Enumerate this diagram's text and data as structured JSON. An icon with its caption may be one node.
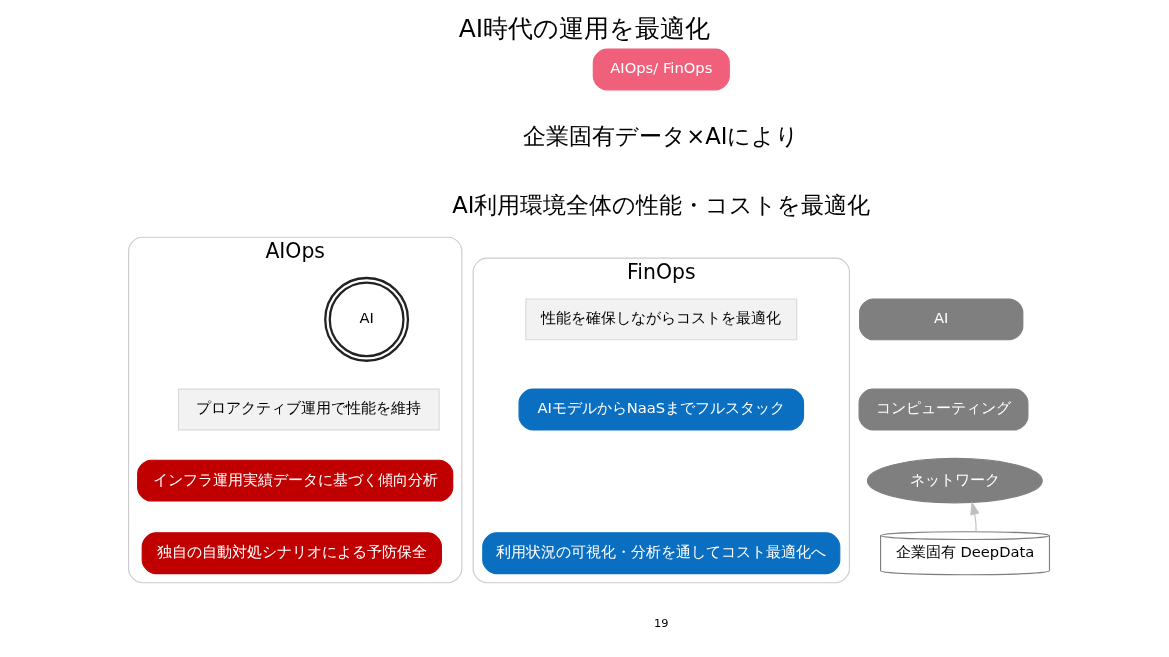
{
  "diagram": {
    "title": "AI時代の運用を最適化",
    "nodes": [
      {
        "text": [
          "AIOps/ FinOps"
        ]
      },
      {
        "text": [
          "AIOps"
        ]
      },
      {
        "text": [
          "AI"
        ],
        "in": 1
      },
      {
        "text": [
          "プロアクティブ運用で性能を維持"
        ],
        "in": 1
      },
      {
        "text": [
          "インフラ運用実績データに基づく傾向分析"
        ],
        "in": 1
      },
      {
        "text": [
          "独自の自動対処シナリオによる予防保全"
        ],
        "in": 1
      },
      {
        "text": [
          "FinOps"
        ]
      },
      {
        "text": [
          "性能を確保しながらコストを最適化"
        ],
        "in": 6
      },
      {
        "text": [
          "AIモデルからNaaSまでフルスタック"
        ],
        "in": 6
      },
      {
        "text": [
          "利用状況の可視化・分析を通してコスト最適化へ"
        ],
        "in": 6
      },
      {
        "text": [
          "AI"
        ]
      },
      {
        "text": [
          "コンピューティング"
        ]
      },
      {
        "text": [
          "ネットワーク"
        ]
      },
      {
        "text": [
          "企業固有 DeepData"
        ]
      }
    ],
    "edges": [
      {
        "from": 13,
        "to": 12,
        "arrow": "to",
        "color": "#bfbfbf"
      }
    ],
    "labels": [
      "企業固有データ×AIにより",
      "AI利用環境全体の性能・コストを最適化",
      "19"
    ]
  }
}
